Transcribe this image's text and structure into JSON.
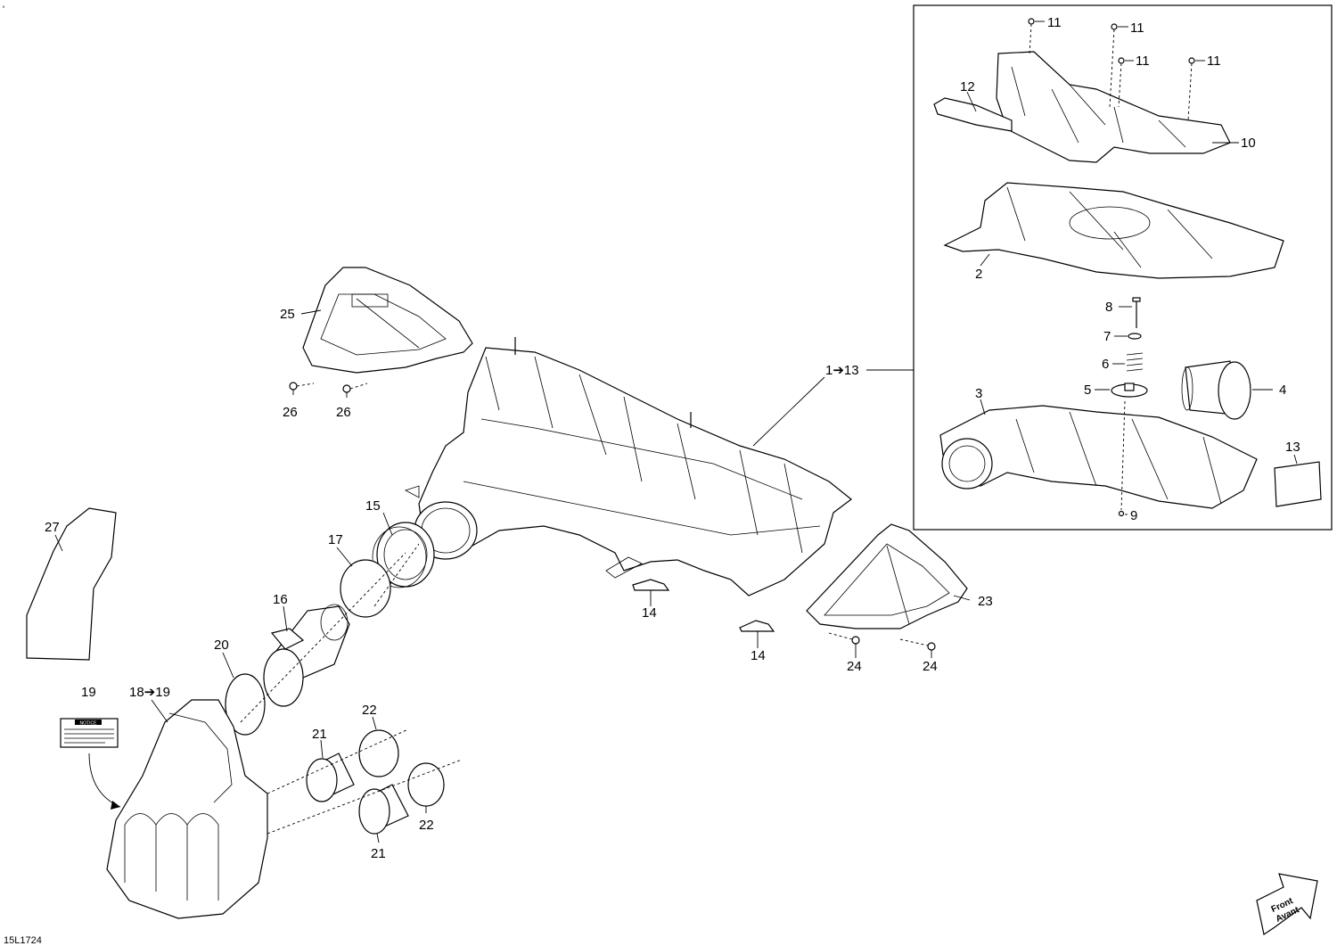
{
  "diagram": {
    "corner_mark": "'",
    "drawing_code": "15L1724",
    "front_arrow": {
      "line1": "Front",
      "line2": "Avant"
    },
    "decal_title": "NOTICE",
    "callouts": {
      "c1_13": "1➔13",
      "c2": "2",
      "c3": "3",
      "c4": "4",
      "c5": "5",
      "c6": "6",
      "c7": "7",
      "c8": "8",
      "c9": "9",
      "c10": "10",
      "c11a": "11",
      "c11b": "11",
      "c11c": "11",
      "c11d": "11",
      "c12": "12",
      "c13": "13",
      "c14a": "14",
      "c14b": "14",
      "c15": "15",
      "c16": "16",
      "c17": "17",
      "c18_19": "18➔19",
      "c19": "19",
      "c20": "20",
      "c21a": "21",
      "c21b": "21",
      "c22a": "22",
      "c22b": "22",
      "c23": "23",
      "c24a": "24",
      "c24b": "24",
      "c25": "25",
      "c26a": "26",
      "c26b": "26",
      "c27": "27"
    }
  }
}
